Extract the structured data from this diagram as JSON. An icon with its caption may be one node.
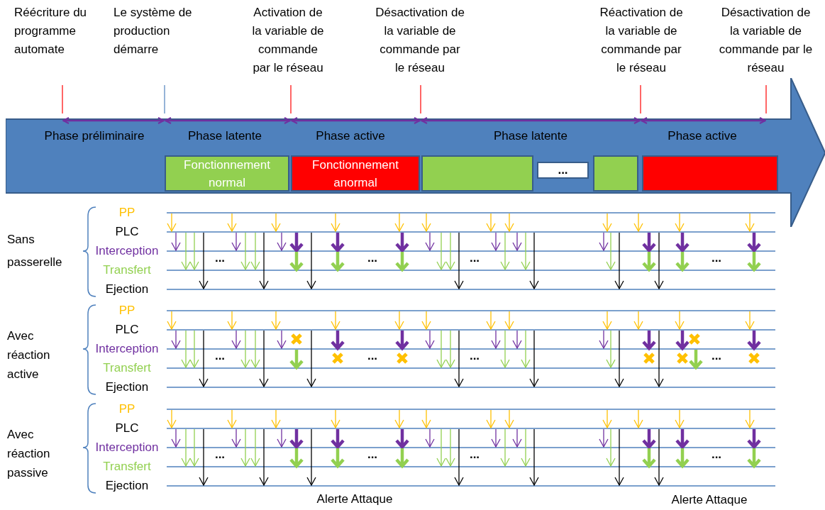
{
  "diagram": {
    "nodes": [
      {
        "text": [
          "Phase préliminaire",
          "Phase latente",
          "Phase active",
          "Phase latente",
          "Phase active"
        ]
      },
      {
        "text": [
          "Fonctionnement normal"
        ],
        "in": 0
      },
      {
        "text": [
          "Fonctionnement anormal"
        ],
        "in": 0
      },
      {
        "text": [],
        "shape": "bar",
        "in": 0
      },
      {
        "text": [
          "..."
        ],
        "in": 0
      },
      {
        "text": [],
        "shape": "bar",
        "in": 0
      },
      {
        "text": [],
        "shape": "bar",
        "in": 0
      }
    ],
    "labels": [
      "Réécriture du programme automate",
      "Le système de production démarre",
      "Activation de la variable de commande par le réseau",
      "Désactivation de la variable de commande par le réseau",
      "Réactivation de la variable de commande par le réseau",
      "Désactivation de la variable de commande par le réseau",
      "Sans passerelle",
      "PP",
      "PLC",
      "Interception",
      "Transfert",
      "Ejection",
      "...",
      "...",
      "...",
      "...",
      "Avec réaction active",
      "PP",
      "PLC",
      "Interception",
      "Transfert",
      "Ejection",
      "...",
      "...",
      "...",
      "...",
      "Avec réaction passive",
      "PP",
      "PLC",
      "Interception",
      "Transfert",
      "Ejection",
      "...",
      "...",
      "...",
      "...",
      "Alerte Attaque",
      "Alerte Attaque"
    ]
  }
}
